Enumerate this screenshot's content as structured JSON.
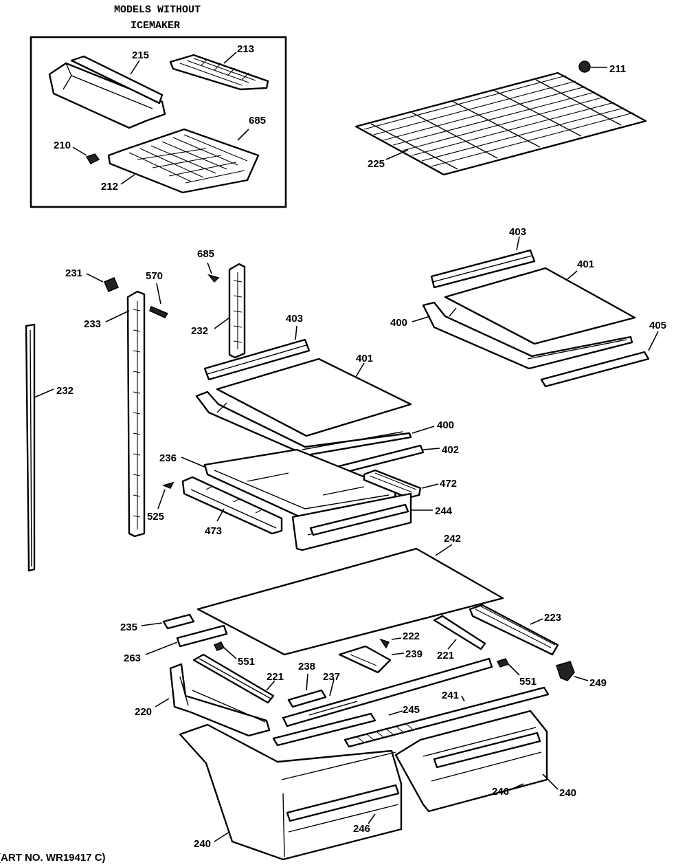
{
  "inset": {
    "heading_line1": "MODELS WITHOUT",
    "heading_line2": "ICEMAKER"
  },
  "footer": {
    "part_no": "(ART NO. WR19417 C)"
  },
  "callouts": {
    "c215": "215",
    "c213": "213",
    "c685_inset": "685",
    "c210": "210",
    "c212": "212",
    "c211": "211",
    "c225": "225",
    "c231": "231",
    "c570": "570",
    "c685": "685",
    "c233": "233",
    "c232_mid": "232",
    "c232_left": "232",
    "c403_mid": "403",
    "c401_mid": "401",
    "c400_mid": "400",
    "c402": "402",
    "c236": "236",
    "c472": "472",
    "c525": "525",
    "c473": "473",
    "c244": "244",
    "c403_right": "403",
    "c401_right": "401",
    "c400_right": "400",
    "c405": "405",
    "c242": "242",
    "c223": "223",
    "c235": "235",
    "c222": "222",
    "c239": "239",
    "c263": "263",
    "c551_left": "551",
    "c221_right": "221",
    "c238": "238",
    "c237": "237",
    "c551_right": "551",
    "c249": "249",
    "c221_left": "221",
    "c220": "220",
    "c241": "241",
    "c245": "245",
    "c246_right": "246",
    "c240_right": "240",
    "c246_left": "246",
    "c240_left": "240"
  }
}
